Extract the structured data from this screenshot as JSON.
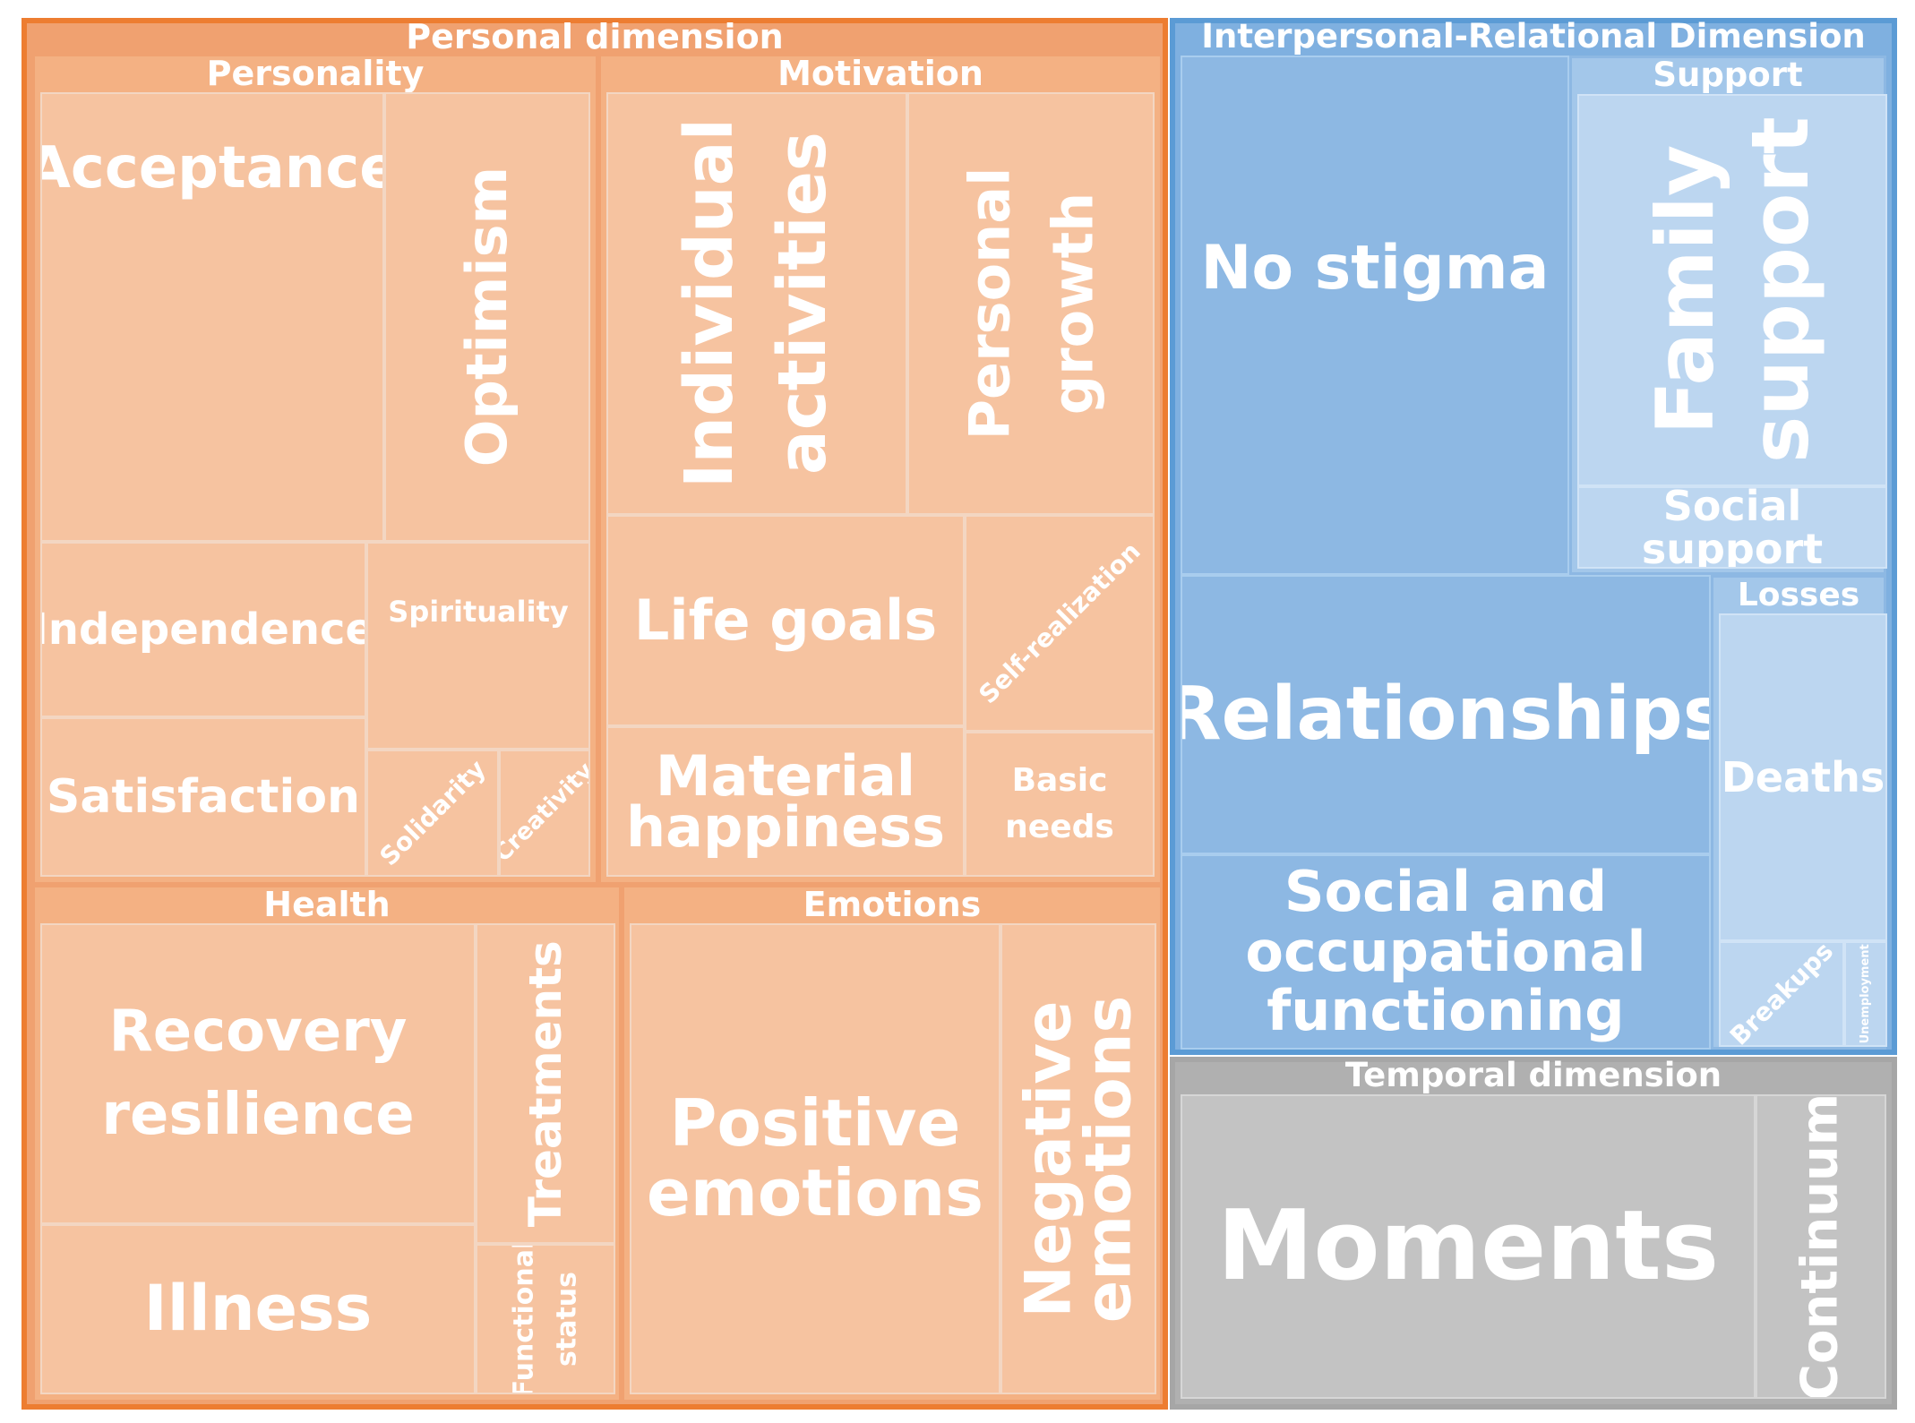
{
  "personal": {
    "title": "Personal dimension",
    "personality": {
      "title": "Personality",
      "acceptance": "Acceptance",
      "optimism": "Optimism",
      "independence": "Independence",
      "spirituality": "Spirituality",
      "satisfaction": "Satisfaction",
      "solidarity": "Solidarity",
      "creativity": "Creativity"
    },
    "motivation": {
      "title": "Motivation",
      "individual": "Individual",
      "activities": "activities",
      "personal": "Personal",
      "growth": "growth",
      "life_goals": "Life goals",
      "self_realization": "Self-realization",
      "material": "Material",
      "happiness": "happiness",
      "basic": "Basic",
      "needs": "needs"
    },
    "health": {
      "title": "Health",
      "recovery": "Recovery",
      "resilience": "resilience",
      "treatments": "Treatments",
      "illness": "Illness",
      "functional": "Functional",
      "status": "status"
    },
    "emotions": {
      "title": "Emotions",
      "positive": "Positive",
      "emotions1": "emotions",
      "negative": "Negative",
      "emotions2": "emotions"
    }
  },
  "interpersonal": {
    "title": "Interpersonal-Relational Dimension",
    "no_stigma": "No stigma",
    "support": {
      "title": "Support",
      "family": "Family",
      "support_word": "support",
      "social_support": "Social support"
    },
    "relationships": "Relationships",
    "social_line1": "Social and",
    "social_line2": "occupational",
    "social_line3": "functioning",
    "losses": {
      "title": "Losses",
      "deaths": "Deaths",
      "breakups": "Breakups",
      "unemployment": "Unemployment"
    }
  },
  "temporal": {
    "title": "Temporal dimension",
    "moments": "Moments",
    "continuum": "Continuum"
  },
  "colors": {
    "personal": "#ed7d31",
    "interpersonal": "#5b9bd5",
    "temporal": "#a6a6a6"
  }
}
